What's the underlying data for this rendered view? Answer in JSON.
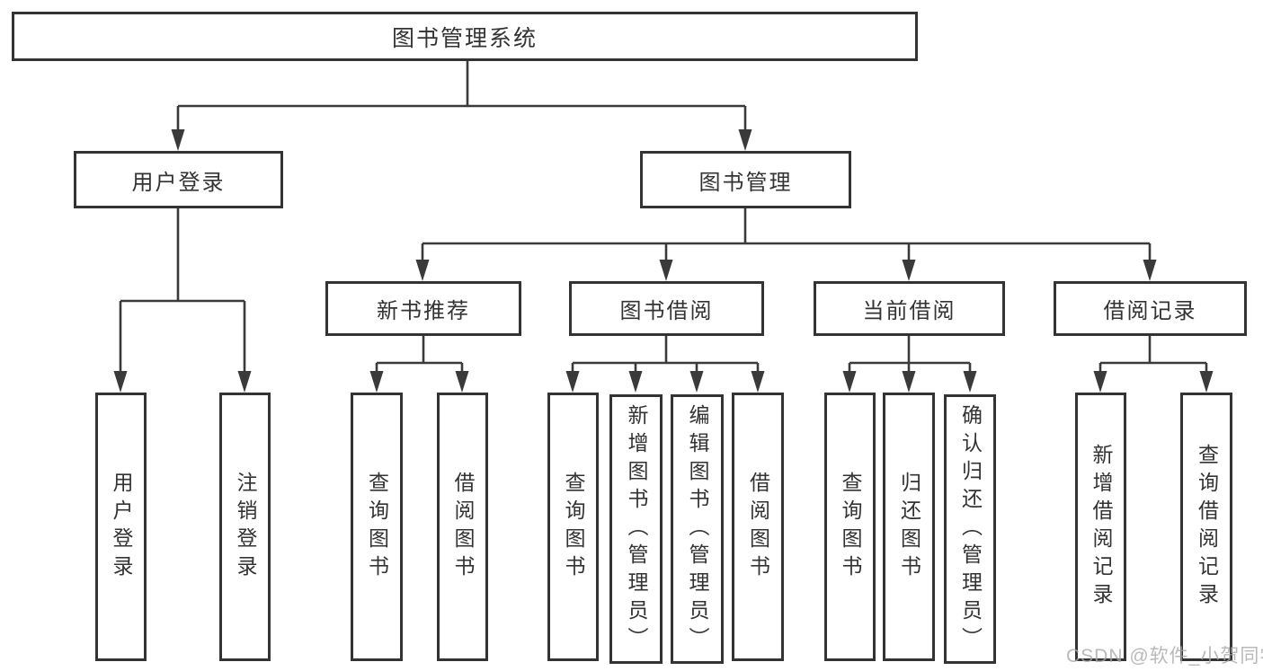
{
  "tree": {
    "root": {
      "label": "图书管理系统",
      "children": [
        {
          "label": "用户登录",
          "children": [
            {
              "label": "用户登录"
            },
            {
              "label": "注销登录"
            }
          ]
        },
        {
          "label": "图书管理",
          "children": [
            {
              "label": "新书推荐",
              "children": [
                {
                  "label": "查询图书"
                },
                {
                  "label": "借阅图书"
                }
              ]
            },
            {
              "label": "图书借阅",
              "children": [
                {
                  "label": "查询图书"
                },
                {
                  "label": "新增图书（管理员）"
                },
                {
                  "label": "编辑图书（管理员）"
                },
                {
                  "label": "借阅图书"
                }
              ]
            },
            {
              "label": "当前借阅",
              "children": [
                {
                  "label": "查询图书"
                },
                {
                  "label": "归还图书"
                },
                {
                  "label": "确认归还（管理员）"
                }
              ]
            },
            {
              "label": "借阅记录",
              "children": [
                {
                  "label": "新增借阅记录"
                },
                {
                  "label": "查询借阅记录"
                }
              ]
            }
          ]
        }
      ]
    }
  },
  "watermark": {
    "text": "CSDN @软件_小贺同学"
  },
  "colors": {
    "line": "#3a3a3a",
    "box_border": "#333333",
    "text": "#333333",
    "background": "#ffffff",
    "watermark": "#a8a8a8"
  }
}
